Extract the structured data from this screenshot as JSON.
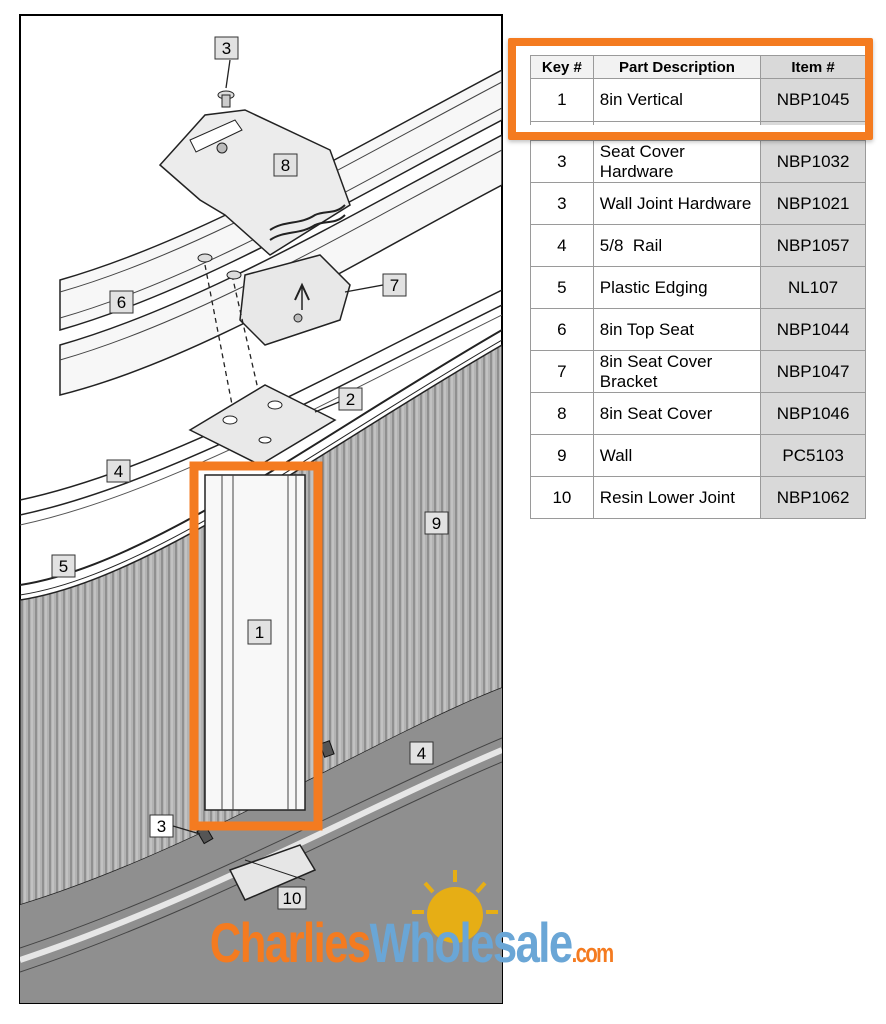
{
  "table": {
    "headers": {
      "key": "Key #",
      "description": "Part Description",
      "item": "Item #"
    },
    "rows": [
      {
        "key": "1",
        "description": "8in Vertical",
        "item": "NBP1045"
      },
      {
        "key": "3",
        "description": "Seat Cover Hardware",
        "item": "NBP1032"
      },
      {
        "key": "3",
        "description": "Wall Joint Hardware",
        "item": "NBP1021"
      },
      {
        "key": "4",
        "description": "5/8  Rail",
        "item": "NBP1057"
      },
      {
        "key": "5",
        "description": "Plastic Edging",
        "item": "NL107"
      },
      {
        "key": "6",
        "description": "8in Top Seat",
        "item": "NBP1044"
      },
      {
        "key": "7",
        "description": "8in Seat Cover Bracket",
        "item": "NBP1047"
      },
      {
        "key": "8",
        "description": "8in Seat Cover",
        "item": "NBP1046"
      },
      {
        "key": "9",
        "description": "Wall",
        "item": "PC5103"
      },
      {
        "key": "10",
        "description": "Resin Lower Joint",
        "item": "NBP1062"
      }
    ]
  },
  "callouts": {
    "c1": "1",
    "c2": "2",
    "c3a": "3",
    "c3b": "3",
    "c4a": "4",
    "c4b": "4",
    "c5": "5",
    "c6": "6",
    "c7": "7",
    "c8": "8",
    "c9": "9",
    "c10": "10"
  },
  "watermark": {
    "brand": "CharliesWholesale",
    "part1": "Charlies",
    "part2": "Wholesale",
    "suffix": ".com"
  },
  "colors": {
    "highlight": "#f47b20",
    "wall": "#a6a6a6",
    "item_column": "#d9d9d9",
    "brand_orange": "#f47b20",
    "brand_blue": "#6aa6d6",
    "sun": "#f6b400"
  }
}
